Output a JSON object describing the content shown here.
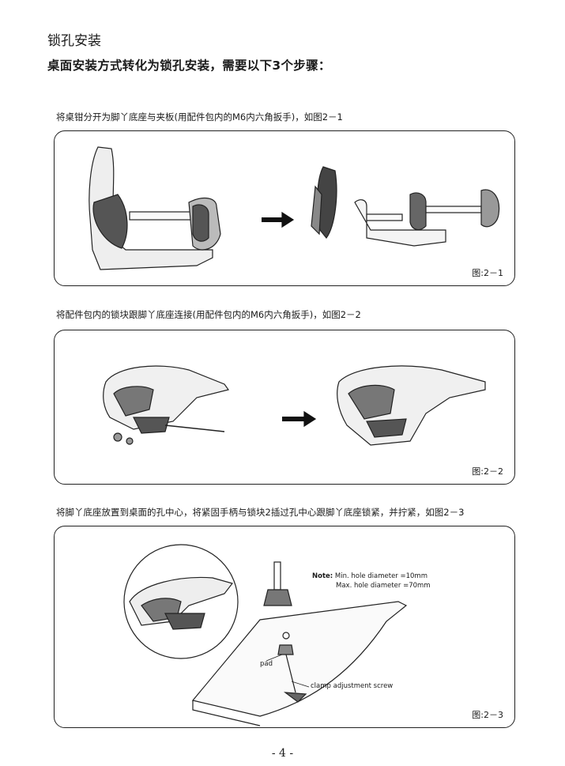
{
  "heading": "锁孔安装",
  "intro": "桌面安装方式转化为锁孔安装，需要以下3个步骤：",
  "steps": [
    {
      "caption": "将桌钳分开为脚丫底座与夹板(用配件包内的M6内六角扳手)，如图2－1",
      "figure_label": "图:2－1"
    },
    {
      "caption": "将配件包内的锁块跟脚丫底座连接(用配件包内的M6内六角扳手)，如图2－2",
      "figure_label": "图:2－2"
    },
    {
      "caption": "将脚丫底座放置到桌面的孔中心，将紧固手柄与锁块2插过孔中心跟脚丫底座锁紧，并拧紧，如图2－3",
      "figure_label": "图:2－3",
      "note_label": "Note:",
      "note_min": "Min. hole diameter =10mm",
      "note_max": "Max. hole diameter =70mm",
      "label_pad": "pad",
      "label_screw": "clamp adjustment screw"
    }
  ],
  "page_number": "- 4 -"
}
